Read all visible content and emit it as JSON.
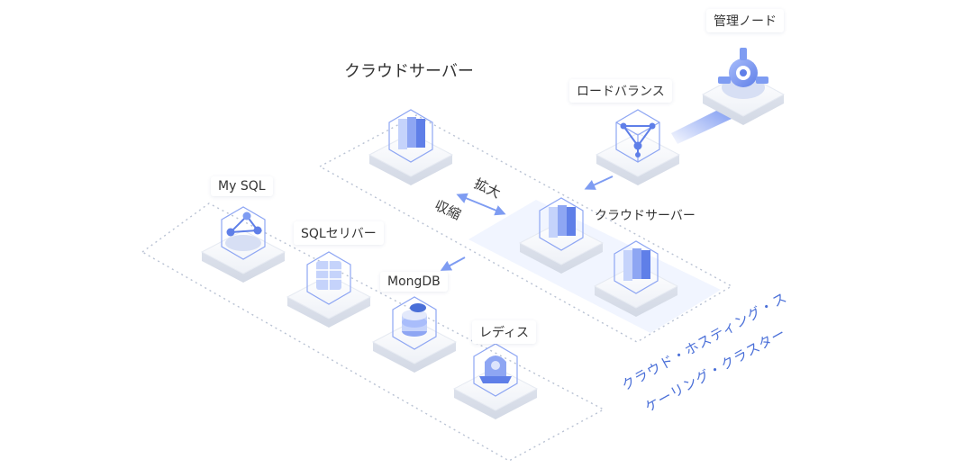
{
  "labels": {
    "mgmt_node": "管理ノード",
    "cloud_server_top": "クラウドサーバー",
    "load_balance": "ロードバランス",
    "mysql": "My SQL",
    "sql_server": "SQLセリバー",
    "mongodb": "MongDB",
    "redis": "レディス",
    "cloud_server_right": "クラウドサーバー",
    "expand": "拡大",
    "shrink": "収縮",
    "cluster_line1": "クラウド・ホスティング・ス",
    "cluster_line2": "ケーリング・クラスター"
  },
  "colors": {
    "accent": "#4a6fd8",
    "icon_blue": "#6d8df0",
    "tile": "#f4f6fb",
    "zone_fill": "#eef3ff",
    "dots": "#b9c2d3"
  }
}
